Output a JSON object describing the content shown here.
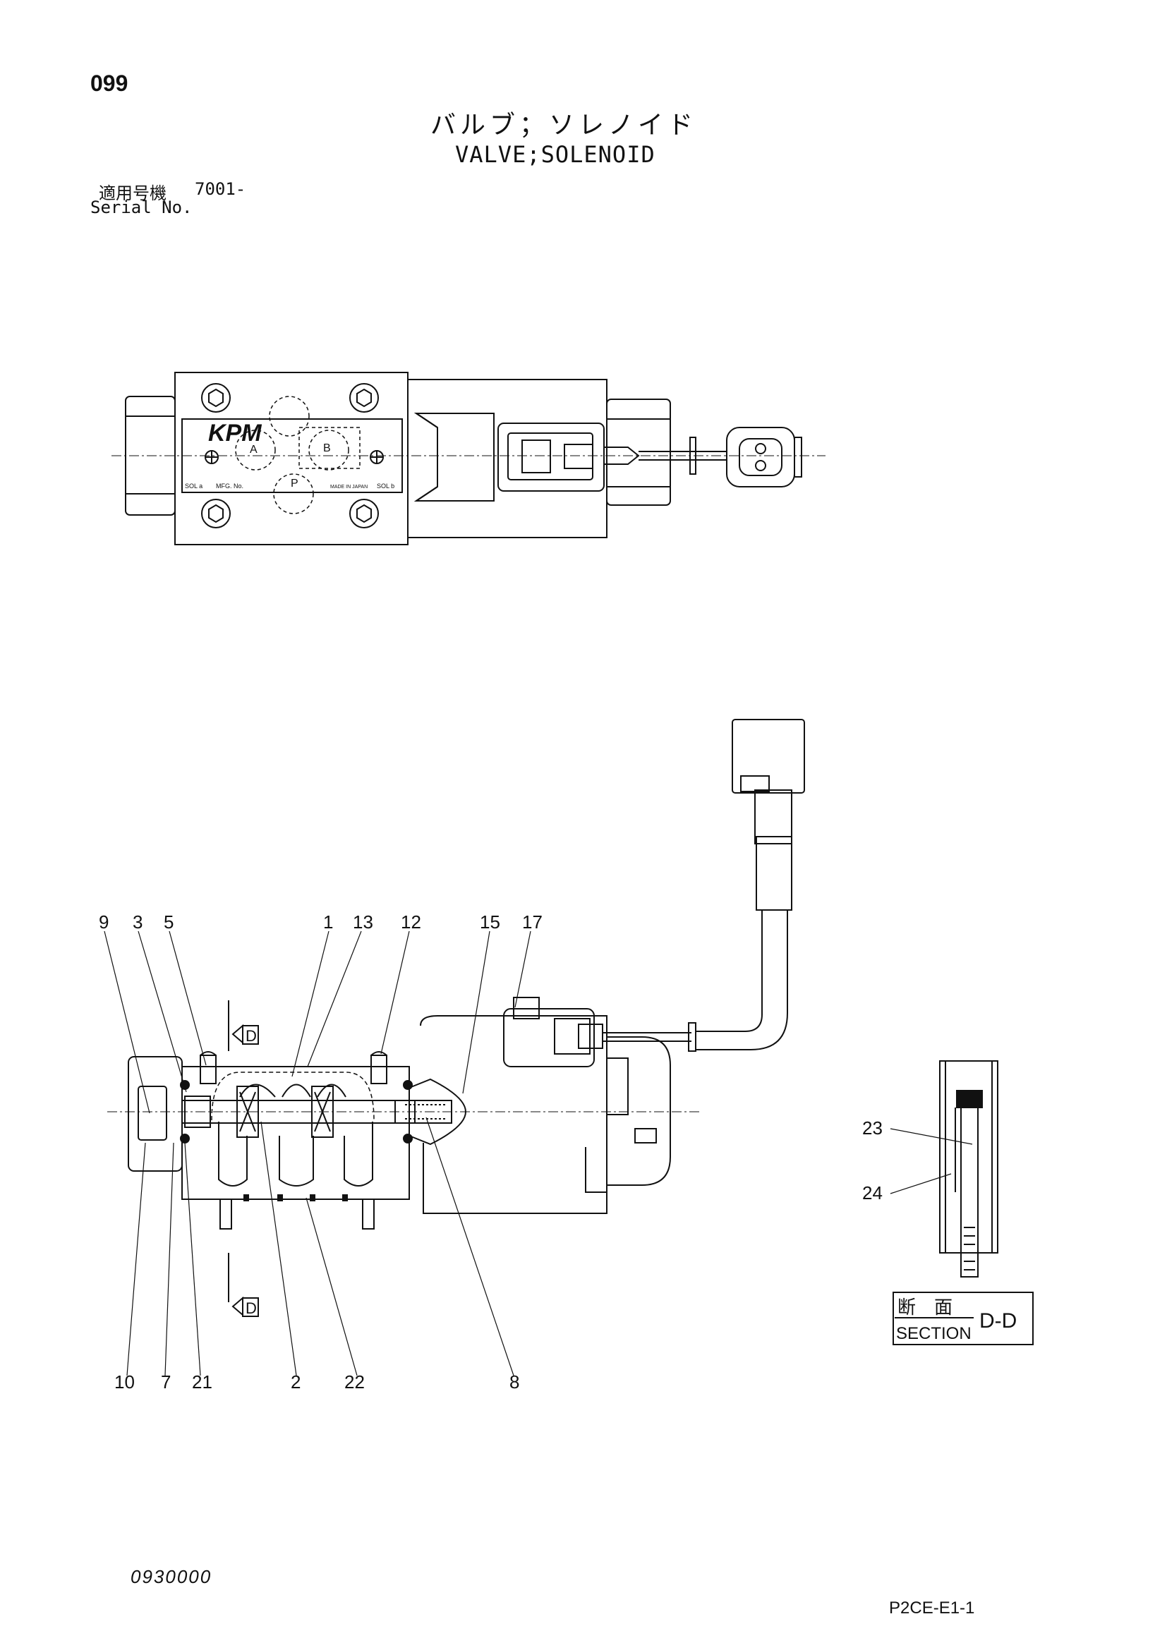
{
  "header": {
    "page_number": "099",
    "title_jp": "バルブ；ソレノイド",
    "title_en": "VALVE;SOLENOID",
    "serial_label_jp": "適用号機",
    "serial_value": "7001-",
    "serial_label_en": "Serial No."
  },
  "top_view": {
    "brand": "KPM",
    "port_a": "A",
    "port_b": "B",
    "port_p": "P",
    "plate_left": "SOL a",
    "plate_mfg": "MFG. No.",
    "plate_made": "MADE IN JAPAN",
    "plate_right": "SOL b"
  },
  "section_marker": "D",
  "callouts": {
    "c9": "9",
    "c3": "3",
    "c5": "5",
    "c1": "1",
    "c13": "13",
    "c12": "12",
    "c15": "15",
    "c17": "17",
    "c10": "10",
    "c7": "7",
    "c21": "21",
    "c2": "2",
    "c22": "22",
    "c8": "8",
    "c23": "23",
    "c24": "24"
  },
  "section_box": {
    "jp": "断　面",
    "en": "SECTION",
    "id": "D-D"
  },
  "footer": {
    "doc_code": "0930000",
    "page_code": "P2CE-E1-1"
  }
}
